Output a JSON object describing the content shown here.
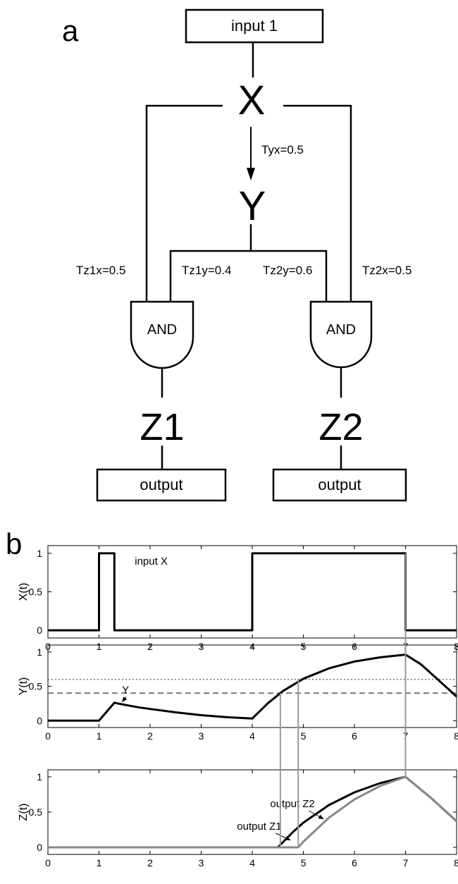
{
  "panel_a": {
    "label": "a",
    "input_box": "input 1",
    "node_x": "X",
    "node_y": "Y",
    "node_z1": "Z1",
    "node_z2": "Z2",
    "gate_left": "AND",
    "gate_right": "AND",
    "output_left": "output",
    "output_right": "output",
    "edge_tyx": "Tyx=0.5",
    "edge_tz1x": "Tz1x=0.5",
    "edge_tz1y": "Tz1y=0.4",
    "edge_tz2y": "Tz2y=0.6",
    "edge_tz2x": "Tz2x=0.5"
  },
  "panel_b": {
    "label": "b"
  },
  "chart_data": [
    {
      "type": "line",
      "ylabel": "X(t)",
      "xlim": [
        0,
        8
      ],
      "ylim": [
        -0.1,
        1.1
      ],
      "xticks": [
        "0",
        "1",
        "2",
        "3",
        "4",
        "5",
        "6",
        "7",
        "8"
      ],
      "yticks": [
        "0",
        "0.5",
        "1"
      ],
      "annotations": [
        {
          "text": "input X",
          "x": 1.7,
          "y": 0.9
        }
      ],
      "series": [
        {
          "x": [
            0,
            1,
            1,
            1.3,
            1.3,
            4,
            4,
            7,
            7,
            8
          ],
          "y": [
            0,
            0,
            1,
            1,
            0,
            0,
            1,
            1,
            0,
            0
          ],
          "color": "#000000"
        }
      ]
    },
    {
      "type": "line",
      "ylabel": "Y(t)",
      "xlim": [
        0,
        8
      ],
      "ylim": [
        -0.1,
        1.1
      ],
      "xticks": [
        "0",
        "1",
        "2",
        "3",
        "4",
        "5",
        "6",
        "7",
        "8"
      ],
      "yticks": [
        "0",
        "0.5",
        "1"
      ],
      "thresholds": [
        {
          "y": 0.6,
          "style": "dotted"
        },
        {
          "y": 0.4,
          "style": "dashed"
        }
      ],
      "annotations": [
        {
          "text": "Y",
          "x": 1.45,
          "y": 0.45,
          "arrow_to": [
            1.45,
            0.27
          ]
        }
      ],
      "series": [
        {
          "x": [
            0,
            1,
            1.3,
            1.5,
            1.8,
            2,
            2.5,
            3,
            3.5,
            4,
            4.3,
            4.6,
            5,
            5.5,
            6,
            6.5,
            7,
            7.3,
            7.6,
            8
          ],
          "y": [
            0,
            0,
            0.26,
            0.23,
            0.19,
            0.17,
            0.12,
            0.08,
            0.05,
            0.03,
            0.25,
            0.43,
            0.61,
            0.76,
            0.86,
            0.92,
            0.96,
            0.82,
            0.62,
            0.35
          ],
          "color": "#000000"
        }
      ]
    },
    {
      "type": "line",
      "ylabel": "Z(t)",
      "xlim": [
        0,
        8
      ],
      "ylim": [
        -0.1,
        1.1
      ],
      "xticks": [
        "0",
        "1",
        "2",
        "3",
        "4",
        "5",
        "6",
        "7",
        "8"
      ],
      "yticks": [
        "0",
        "0.5",
        "1"
      ],
      "annotations": [
        {
          "text": "output Z2",
          "x": 4.35,
          "y": 0.62,
          "arrow_to": [
            5.4,
            0.4
          ]
        },
        {
          "text": "output Z1",
          "x": 3.7,
          "y": 0.3,
          "arrow_to": [
            4.75,
            0.1
          ]
        }
      ],
      "series": [
        {
          "x": [
            0,
            4.5,
            4.8,
            5,
            5.5,
            6,
            6.5,
            7,
            7.5,
            8
          ],
          "y": [
            0,
            0,
            0.22,
            0.35,
            0.6,
            0.78,
            0.91,
            1.0,
            0.7,
            0.37
          ],
          "color": "#000000"
        },
        {
          "x": [
            0,
            4.9,
            5,
            5.5,
            6,
            6.5,
            7,
            7.5,
            8
          ],
          "y": [
            0,
            0,
            0.08,
            0.42,
            0.68,
            0.87,
            1.0,
            0.7,
            0.37
          ],
          "color": "#888888"
        }
      ]
    }
  ]
}
